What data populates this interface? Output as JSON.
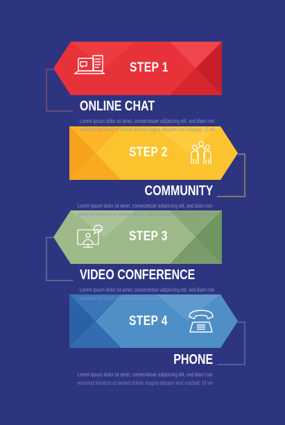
{
  "colors": {
    "background": "#2e3580",
    "step1": "#e8323a",
    "step2": "#fbc42e",
    "step3": "#9eb98a",
    "step4": "#4f8fc7",
    "connector": "#a06070",
    "connector_yellow": "#d9b24a",
    "connector_gray": "#8b93a8",
    "connector_blue": "#5a8fd0"
  },
  "steps": [
    {
      "label": "STEP 1",
      "title": "ONLINE CHAT",
      "icon": "laptop-chat-icon",
      "body_line1": "Lorem ipsum dolor sit amet, consectetuer adipiscing elit, sed diam nonummy nibh",
      "body_line2": "euismod tincidunt ut laoreet dolore magna aliquam erat volutpat. Ut wisi enim ad minim"
    },
    {
      "label": "STEP 2",
      "title": "COMMUNITY",
      "icon": "people-group-icon",
      "body_line1": "Lorem ipsum dolor sit amet, consectetuer adipiscing elit, sed diam nonummy nibh",
      "body_line2": "euismod tincidunt ut laoreet dolore magna aliquam erat volutpat. Ut wisi enim ad minim"
    },
    {
      "label": "STEP 3",
      "title": "VIDEO CONFERENCE",
      "icon": "monitor-video-call-icon",
      "body_line1": "Lorem ipsum dolor sit amet, consectetuer adipiscing elit, sed diam nonummy nibh",
      "body_line2": "euismod tincidunt ut laoreet dolore magna aliquam erat volutpat. Ut wisi enim ad minim"
    },
    {
      "label": "STEP 4",
      "title": "PHONE",
      "icon": "telephone-icon",
      "body_line1": "Lorem ipsum dolor sit amet, consectetuer adipiscing elit, sed diam nonummy nibh",
      "body_line2": "euismod tincidunt ut laoreet dolore magna aliquam erat volutpat. Ut wisi enim ad minim"
    }
  ]
}
